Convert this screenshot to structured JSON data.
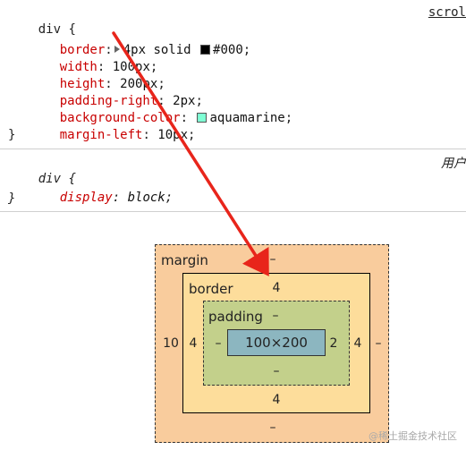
{
  "rules": {
    "rule1": {
      "selector": "div",
      "source": "scrol",
      "declarations": [
        {
          "name": "border",
          "value": "4px solid ",
          "swatch_color": "#000000",
          "swatch_label": "#000",
          "expandable": true
        },
        {
          "name": "width",
          "value": "100px"
        },
        {
          "name": "height",
          "value": "200px"
        },
        {
          "name": "padding-right",
          "value": "2px"
        },
        {
          "name": "background-color",
          "value": "",
          "swatch_color": "#7fffd4",
          "swatch_label": "aquamarine"
        },
        {
          "name": "margin-left",
          "value": "10px"
        }
      ]
    },
    "rule2": {
      "selector": "div",
      "origin": "用户",
      "declarations": [
        {
          "name": "display",
          "value": "block"
        }
      ]
    }
  },
  "box_model": {
    "margin_label": "margin",
    "border_label": "border",
    "padding_label": "padding",
    "content_size": "100×200",
    "margin": {
      "top": "–",
      "right": "–",
      "bottom": "–",
      "left": "10"
    },
    "border": {
      "top": "4",
      "right": "4",
      "bottom": "4",
      "left": "4"
    },
    "padding": {
      "top": "–",
      "right": "2",
      "bottom": "–",
      "left": "–"
    }
  },
  "annotation": {
    "arrow_color": "#e8251b"
  },
  "watermark": "@稀土掘金技术社区"
}
